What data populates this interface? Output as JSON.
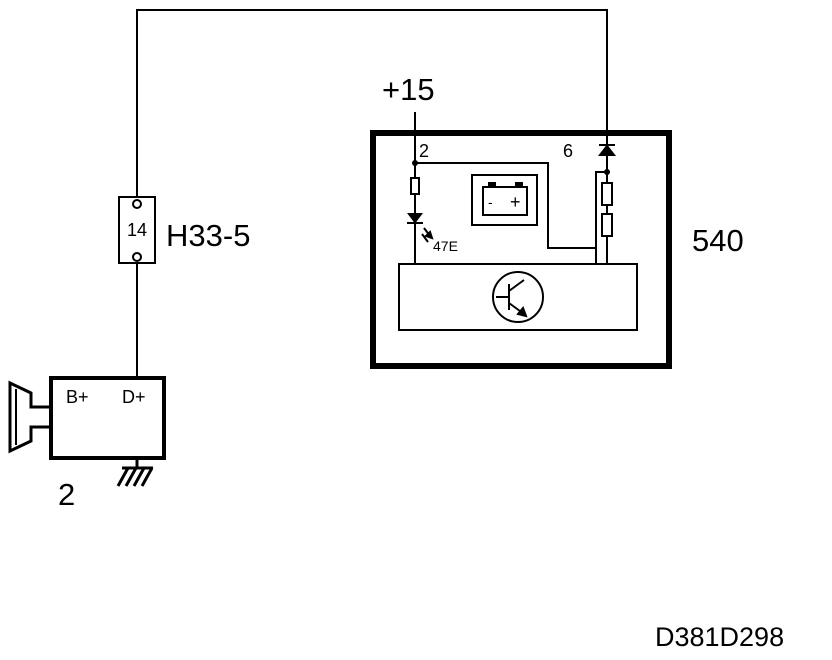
{
  "supply_label": "+15",
  "fuse": {
    "number": "14",
    "name": "H33-5"
  },
  "alternator": {
    "terminal_b": "B+",
    "terminal_d": "D+",
    "number": "2"
  },
  "control_unit": {
    "number": "540",
    "pin_left": "2",
    "pin_right": "6",
    "led_code": "47E"
  },
  "battery": {
    "minus": "-",
    "plus": "+"
  },
  "diagram_id": "D381D298",
  "colors": {
    "ink": "#000000",
    "background": "#ffffff"
  },
  "icons": [
    "ground-icon",
    "battery-icon",
    "transistor-icon",
    "diode-icon",
    "led-icon",
    "resistor-icon",
    "pulley-icon",
    "fuse-icon"
  ]
}
